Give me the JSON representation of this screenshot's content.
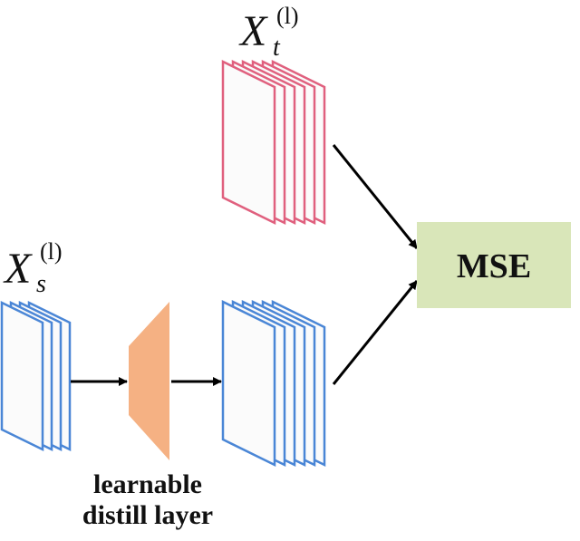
{
  "teacher_feature": {
    "symbol": "X",
    "subscript": "t",
    "superscript": "(l)",
    "stroke": "#e0607e"
  },
  "student_feature": {
    "symbol": "X",
    "subscript": "s",
    "superscript": "(l)",
    "stroke": "#4a86d6"
  },
  "distill_layer": {
    "line1": "learnable",
    "line2": "distill layer",
    "fill": "#f5b183"
  },
  "loss_box": {
    "label": "MSE",
    "fill": "#d9e6b9"
  },
  "arrow_color": "#000000"
}
